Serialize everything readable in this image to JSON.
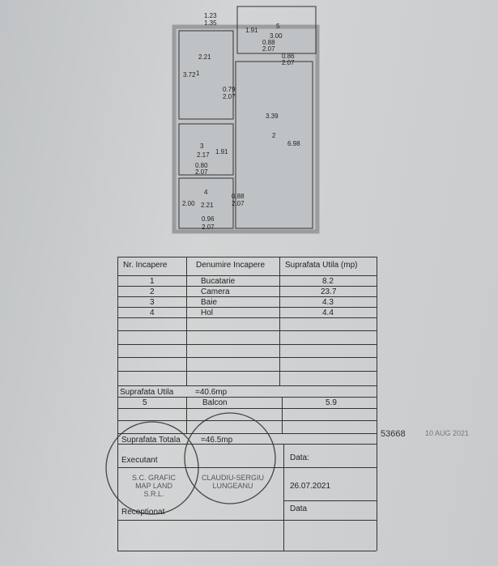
{
  "plan": {
    "dims": {
      "win1": "1.23",
      "win1b": "1.35",
      "d5a": "1.91",
      "d5b": "3.00",
      "d5c": "0.88",
      "d5d": "2.07",
      "d5e": "0.86",
      "d5f": "2.07",
      "r1w": "2.21",
      "r1h": "3.72",
      "door1a": "0.79",
      "door1b": "2.07",
      "r2w": "3.39",
      "r2h": "6.98",
      "r3w": "2.17",
      "r3h": "1.91",
      "door3a": "0.80",
      "door3b": "2.07",
      "r4h": "2.00",
      "r4w": "2.21",
      "door4a": "0.88",
      "door4b": "2.07",
      "door5a": "0.96",
      "door5b": "2.07"
    },
    "rooms": [
      "1",
      "2",
      "3",
      "4",
      "5"
    ]
  },
  "table": {
    "headers": [
      "Nr. Incapere",
      "Denumire Incapere",
      "Suprafata Utila (mp)"
    ],
    "rows": [
      [
        "1",
        "Bucatarie",
        "8.2"
      ],
      [
        "2",
        "Camera",
        "23.7"
      ],
      [
        "3",
        "Baie",
        "4.3"
      ],
      [
        "4",
        "Hol",
        "4.4"
      ]
    ],
    "util_label": "Suprafata Utila",
    "util_value": "=40.6mp",
    "balcon": [
      "5",
      "Balcon",
      "5.9"
    ],
    "total_label": "Suprafata Totala",
    "total_value": "=46.5mp",
    "executant": "Executant",
    "data1": "Data:",
    "date": "26.07.2021",
    "receptionat": "Receptionat",
    "data2": "Data"
  },
  "stamps": {
    "company": "S.C. GRAFIC MAP LAND S.R.L.",
    "person": "CLAUDIU-SERGIU LUNGEANU",
    "reg": "53668",
    "reg_date": "10 AUG 2021"
  }
}
